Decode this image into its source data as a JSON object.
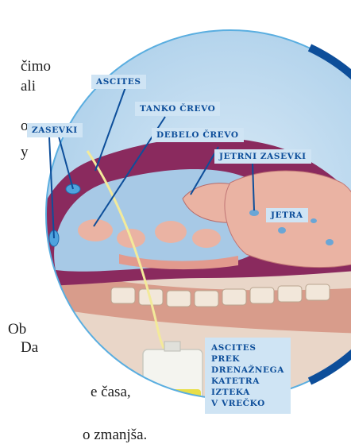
{
  "body_text": {
    "line1": "čimo",
    "line2": "ali",
    "line3": "o",
    "line4": "y",
    "line5": "Ob",
    "line6": "Da",
    "line7": "e časa,",
    "line8": "o zmanjša."
  },
  "labels": {
    "ascites": "ASCITES",
    "tanko_crevo": "TANKO ČREVO",
    "zasevki": "ZASEVKI",
    "debelo_crevo": "DEBELO ČREVO",
    "jetrni_zasevki": "JETRNI ZASEVKI",
    "jetra": "JETRA",
    "drainage": [
      "ASCITES",
      "PREK",
      "DRENAŽNEGA",
      "KATETRA",
      "IZTEKA",
      "V VREČKO"
    ]
  },
  "colors": {
    "label_bg": "#cfe4f4",
    "label_text": "#0d4e9a",
    "circle_bg": "#b4d6f0",
    "ring": "#0d4e9a",
    "ring_light": "#5aaee0",
    "tissue": "#8a2a5e",
    "ascites_fluid": "#a7c9e6",
    "organ_pink": "#eab3a3",
    "drain_bag_fluid": "#e8de4a"
  }
}
